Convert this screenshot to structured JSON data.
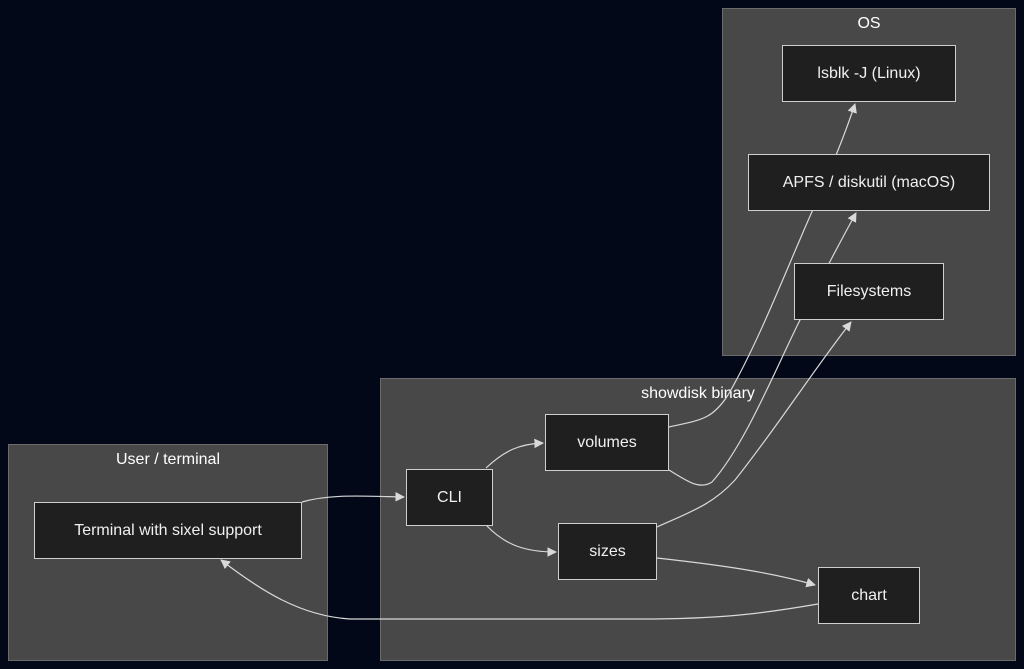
{
  "clusters": {
    "os": {
      "title": "OS"
    },
    "binary": {
      "title": "showdisk binary"
    },
    "user": {
      "title": "User / terminal"
    }
  },
  "nodes": {
    "lsblk": "lsblk -J (Linux)",
    "apfs": "APFS / diskutil (macOS)",
    "filesystems": "Filesystems",
    "volumes": "volumes",
    "cli": "CLI",
    "sizes": "sizes",
    "chart": "chart",
    "terminal": "Terminal with sixel support"
  },
  "colors": {
    "background": "#020817",
    "cluster_fill": "#484848",
    "node_fill": "#1f1f1f",
    "edge": "#d9d9d9"
  }
}
